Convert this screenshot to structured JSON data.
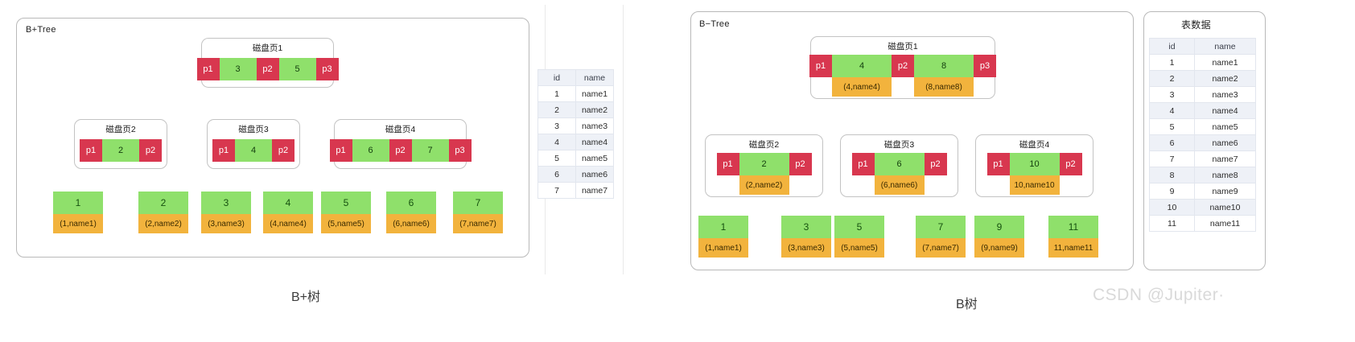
{
  "left_diagram": {
    "panel_title": "B+Tree",
    "caption": "B+树",
    "root": {
      "label": "磁盘页1",
      "cells": [
        {
          "type": "ptr",
          "text": "p1"
        },
        {
          "type": "key",
          "text": "3"
        },
        {
          "type": "ptr",
          "text": "p2"
        },
        {
          "type": "key",
          "text": "5"
        },
        {
          "type": "ptr",
          "text": "p3"
        }
      ]
    },
    "internal": [
      {
        "label": "磁盘页2",
        "cells": [
          {
            "type": "ptr",
            "text": "p1"
          },
          {
            "type": "key",
            "text": "2"
          },
          {
            "type": "ptr",
            "text": "p2"
          }
        ]
      },
      {
        "label": "磁盘页3",
        "cells": [
          {
            "type": "ptr",
            "text": "p1"
          },
          {
            "type": "key",
            "text": "4"
          },
          {
            "type": "ptr",
            "text": "p2"
          }
        ]
      },
      {
        "label": "磁盘页4",
        "cells": [
          {
            "type": "ptr",
            "text": "p1"
          },
          {
            "type": "key",
            "text": "6"
          },
          {
            "type": "ptr",
            "text": "p2"
          },
          {
            "type": "key",
            "text": "7"
          },
          {
            "type": "ptr",
            "text": "p3"
          }
        ]
      }
    ],
    "leaves": [
      {
        "key": "1",
        "value": "(1,name1)"
      },
      {
        "key": "2",
        "value": "(2,name2)"
      },
      {
        "key": "3",
        "value": "(3,name3)"
      },
      {
        "key": "4",
        "value": "(4,name4)"
      },
      {
        "key": "5",
        "value": "(5,name5)"
      },
      {
        "key": "6",
        "value": "(6,name6)"
      },
      {
        "key": "7",
        "value": "(7,name7)"
      }
    ]
  },
  "left_table": {
    "headers": [
      "id",
      "name"
    ],
    "rows": [
      [
        "1",
        "name1"
      ],
      [
        "2",
        "name2"
      ],
      [
        "3",
        "name3"
      ],
      [
        "4",
        "name4"
      ],
      [
        "5",
        "name5"
      ],
      [
        "6",
        "name6"
      ],
      [
        "7",
        "name7"
      ]
    ]
  },
  "right_diagram": {
    "panel_title": "B−Tree",
    "caption": "B树",
    "root": {
      "label": "磁盘页1",
      "cells": [
        {
          "type": "ptr",
          "text": "p1",
          "value": ""
        },
        {
          "type": "key",
          "text": "4",
          "value": "(4,name4)"
        },
        {
          "type": "ptr",
          "text": "p2",
          "value": ""
        },
        {
          "type": "key",
          "text": "8",
          "value": "(8,name8)"
        },
        {
          "type": "ptr",
          "text": "p3",
          "value": ""
        }
      ]
    },
    "internal": [
      {
        "label": "磁盘页2",
        "cells": [
          {
            "type": "ptr",
            "text": "p1",
            "value": ""
          },
          {
            "type": "key",
            "text": "2",
            "value": "(2,name2)"
          },
          {
            "type": "ptr",
            "text": "p2",
            "value": ""
          }
        ]
      },
      {
        "label": "磁盘页3",
        "cells": [
          {
            "type": "ptr",
            "text": "p1",
            "value": ""
          },
          {
            "type": "key",
            "text": "6",
            "value": "(6,name6)"
          },
          {
            "type": "ptr",
            "text": "p2",
            "value": ""
          }
        ]
      },
      {
        "label": "磁盘页4",
        "cells": [
          {
            "type": "ptr",
            "text": "p1",
            "value": ""
          },
          {
            "type": "key",
            "text": "10",
            "value": "10,name10"
          },
          {
            "type": "ptr",
            "text": "p2",
            "value": ""
          }
        ]
      }
    ],
    "leaves": [
      {
        "key": "1",
        "value": "(1,name1)"
      },
      {
        "key": "3",
        "value": "(3,name3)"
      },
      {
        "key": "5",
        "value": "(5,name5)"
      },
      {
        "key": "7",
        "value": "(7,name7)"
      },
      {
        "key": "9",
        "value": "(9,name9)"
      },
      {
        "key": "11",
        "value": "11,name11"
      }
    ]
  },
  "right_table": {
    "title": "表数据",
    "headers": [
      "id",
      "name"
    ],
    "rows": [
      [
        "1",
        "name1"
      ],
      [
        "2",
        "name2"
      ],
      [
        "3",
        "name3"
      ],
      [
        "4",
        "name4"
      ],
      [
        "5",
        "name5"
      ],
      [
        "6",
        "name6"
      ],
      [
        "7",
        "name7"
      ],
      [
        "8",
        "name8"
      ],
      [
        "9",
        "name9"
      ],
      [
        "10",
        "name10"
      ],
      [
        "11",
        "name11"
      ]
    ]
  },
  "watermark": "CSDN @Jupiter·",
  "colors": {
    "pointer": "#d8374f",
    "key": "#8fe06b",
    "value": "#f2b33d",
    "panel_border": "#b9b9b9",
    "table_header": "#eef1f7"
  }
}
